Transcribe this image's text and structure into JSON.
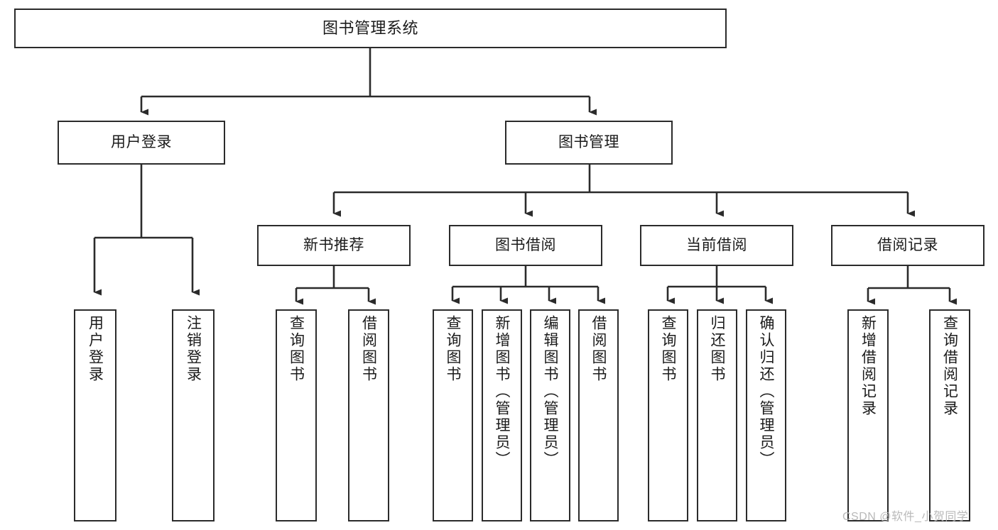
{
  "diagram": {
    "title": "图书管理系统",
    "type": "hierarchy-tree",
    "orientation": "top-down",
    "line_color": "#2b2b2b",
    "box_fill": "#ffffff",
    "text_color": "#1b1b1b"
  },
  "nodes": {
    "root": {
      "label": "图书管理系统"
    },
    "level2": [
      {
        "label": "用户登录"
      },
      {
        "label": "图书管理"
      }
    ],
    "level3": [
      {
        "label": "新书推荐"
      },
      {
        "label": "图书借阅"
      },
      {
        "label": "当前借阅"
      },
      {
        "label": "借阅记录"
      }
    ],
    "leaves": {
      "user_login": [
        {
          "label": "用户登录"
        },
        {
          "label": "注销登录"
        }
      ],
      "new_book_recommend": [
        {
          "label": "查询图书"
        },
        {
          "label": "借阅图书"
        }
      ],
      "book_borrow": [
        {
          "label": "查询图书"
        },
        {
          "label": "新增图书（管理员）"
        },
        {
          "label": "编辑图书（管理员）"
        },
        {
          "label": "借阅图书"
        }
      ],
      "current_borrow": [
        {
          "label": "查询图书"
        },
        {
          "label": "归还图书"
        },
        {
          "label": "确认归还（管理员）"
        }
      ],
      "borrow_record": [
        {
          "label": "新增借阅记录"
        },
        {
          "label": "查询借阅记录"
        }
      ]
    }
  },
  "watermark": {
    "text": "CSDN @软件_小贺同学"
  }
}
